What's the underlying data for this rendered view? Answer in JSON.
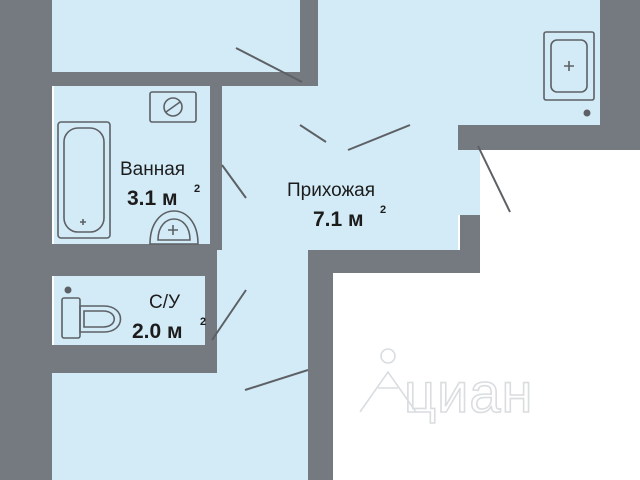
{
  "rooms": {
    "bathroom": {
      "name": "Ванная",
      "area": "3.1 м",
      "unit_power": "2"
    },
    "hallway": {
      "name": "Прихожая",
      "area": "7.1 м",
      "unit_power": "2"
    },
    "toilet": {
      "name": "С/У",
      "area": "2.0 м",
      "unit_power": "2"
    }
  },
  "watermark": {
    "text": "циан"
  },
  "colors": {
    "wall": "#747a80",
    "room_fill": "#d3ebf7",
    "fixture_stroke": "#5d6166",
    "background": "#ffffff"
  }
}
